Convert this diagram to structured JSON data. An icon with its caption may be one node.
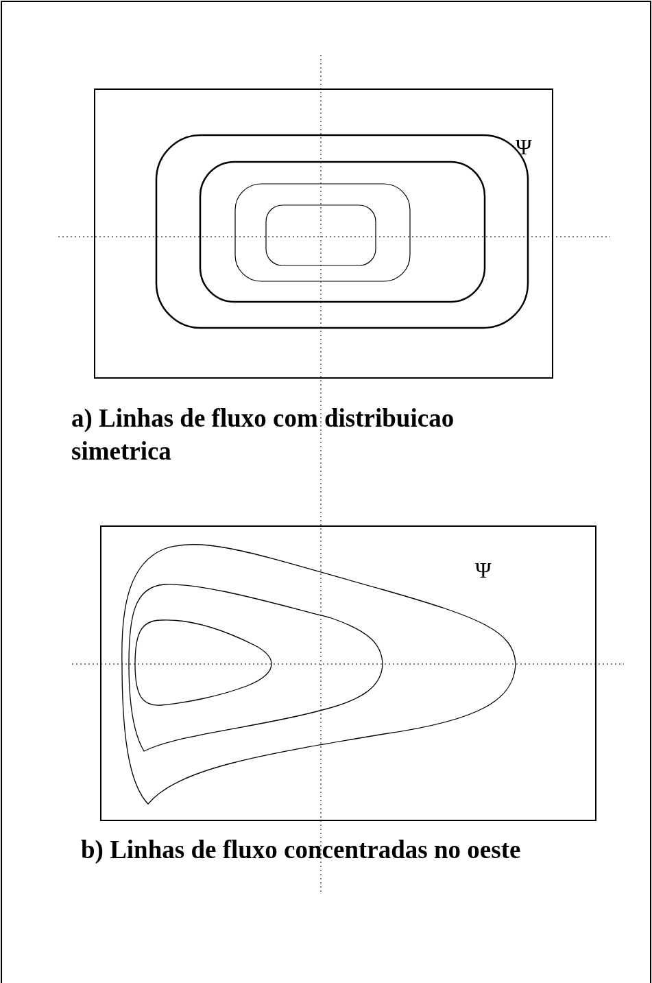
{
  "diagram": {
    "labels": [
      "Ψ",
      "a) Linhas de fluxo com distribuicao simetrica",
      "Ψ",
      "b) Linhas de fluxo concentradas no oeste"
    ]
  }
}
